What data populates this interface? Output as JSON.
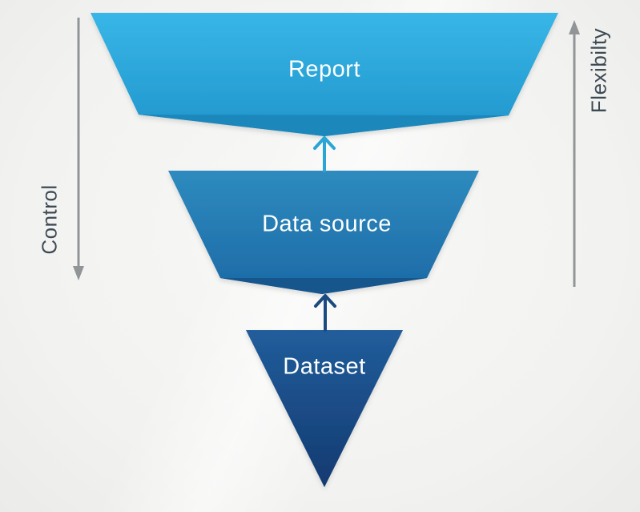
{
  "diagram": {
    "type": "inverted-funnel",
    "levels": [
      {
        "id": "report",
        "label": "Report"
      },
      {
        "id": "data-source",
        "label": "Data source"
      },
      {
        "id": "dataset",
        "label": "Dataset"
      }
    ],
    "axes": {
      "left": {
        "label": "Control",
        "arrow_direction": "down"
      },
      "right": {
        "label": "Flexibilty",
        "arrow_direction": "up"
      }
    },
    "colors": {
      "report_top": "#38b6e7",
      "report_bottom": "#2095cb",
      "report_fold": "#1a87bb",
      "datasource_top": "#2e8bbe",
      "datasource_bottom": "#1c69a6",
      "datasource_fold": "#14568c",
      "dataset_top": "#215d9b",
      "dataset_bottom": "#143a70",
      "arrow_teal": "#2aa5d6",
      "arrow_navy": "#1b4a80",
      "axis_arrow_gray": "#919597",
      "axis_text": "#3d4a54",
      "shape_text": "#ffffff"
    }
  }
}
